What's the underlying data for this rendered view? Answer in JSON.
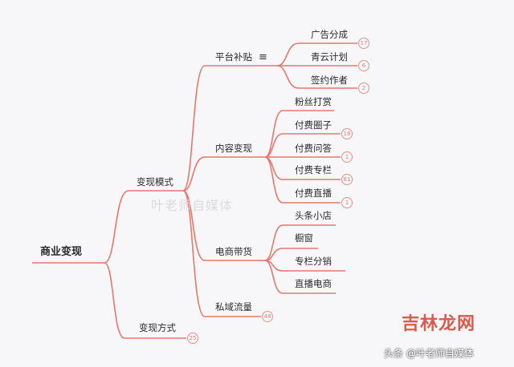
{
  "root": {
    "label": "商业变现"
  },
  "branches": [
    {
      "label": "变现模式",
      "children": [
        {
          "label": "平台补贴",
          "icon": "notes-icon",
          "children": [
            {
              "label": "广告分成",
              "badge": "17"
            },
            {
              "label": "青云计划",
              "badge": "6"
            },
            {
              "label": "签约作者",
              "badge": "2"
            }
          ]
        },
        {
          "label": "内容变现",
          "children": [
            {
              "label": "粉丝打赏"
            },
            {
              "label": "付费圈子",
              "badge": "18"
            },
            {
              "label": "付费问答",
              "badge": "1"
            },
            {
              "label": "付费专栏",
              "badge": "61"
            },
            {
              "label": "付费直播",
              "badge": "1"
            }
          ]
        },
        {
          "label": "电商带货",
          "children": [
            {
              "label": "头条小店"
            },
            {
              "label": "橱窗"
            },
            {
              "label": "专栏分销"
            },
            {
              "label": "直播电商"
            }
          ]
        },
        {
          "label": "私域流量",
          "badge": "48"
        }
      ]
    },
    {
      "label": "变现方式",
      "badge": "25"
    }
  ],
  "watermark": "叶老师自媒体",
  "brand_watermark": "吉林龙网",
  "credit": "头条 @叶老师自媒体",
  "colors": {
    "line": "#e8776c",
    "badge": "#e8928a"
  }
}
